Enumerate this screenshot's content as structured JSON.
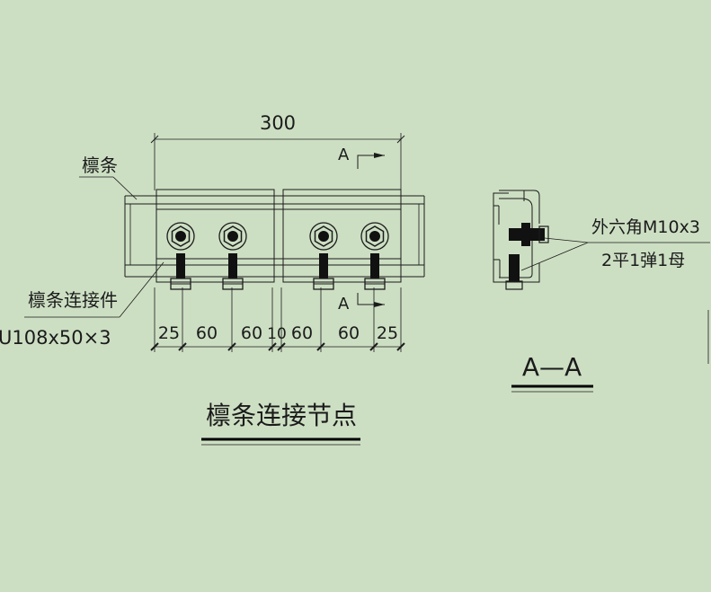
{
  "drawing": {
    "main_title": "檩条连接节点",
    "section_title": "A—A",
    "labels": {
      "purlin": "檩条",
      "connector": "檩条连接件",
      "connector_spec": "U108x50×3",
      "bolt_line1": "外六角M10x3",
      "bolt_line2": "2平1弹1母"
    },
    "section_marker": "A",
    "dimensions": {
      "overall": "300",
      "segments": [
        "25",
        "60",
        "60",
        "10",
        "60",
        "60",
        "25"
      ]
    }
  },
  "colors": {
    "background": "#cddfc3",
    "line": "#1b1b1b",
    "bolt": "#000000"
  }
}
